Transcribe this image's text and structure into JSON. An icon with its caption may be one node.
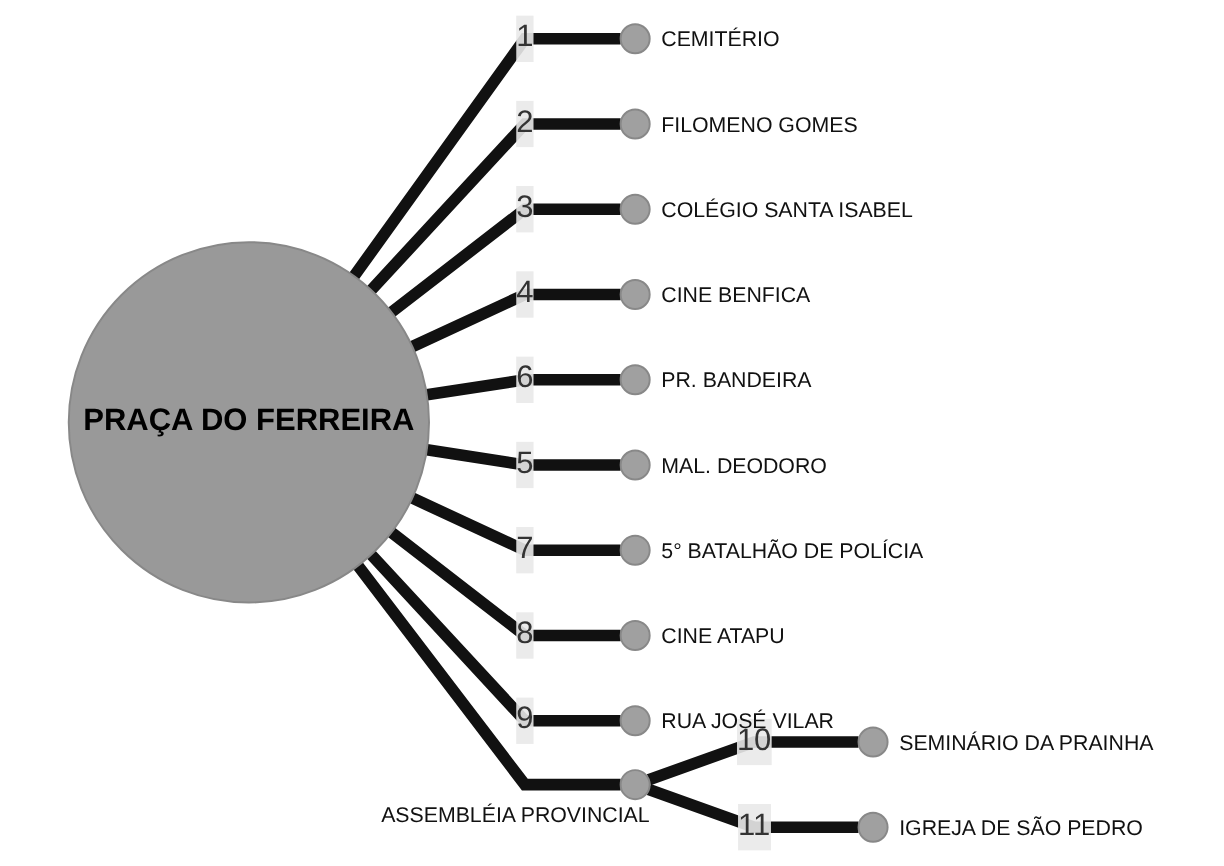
{
  "diagram": {
    "nodes": [
      {
        "text": [
          "PRAÇA DO FERREIRA"
        ]
      },
      {
        "text": [],
        "shape": "circle",
        "beside": [
          "CEMITÉRIO"
        ]
      },
      {
        "text": [],
        "shape": "circle",
        "beside": [
          "FILOMENO GOMES"
        ]
      },
      {
        "text": [],
        "shape": "circle",
        "beside": [
          "COLÉGIO SANTA ISABEL"
        ]
      },
      {
        "text": [],
        "shape": "circle",
        "beside": [
          "CINE BENFICA"
        ]
      },
      {
        "text": [],
        "shape": "circle",
        "beside": [
          "PR. BANDEIRA"
        ]
      },
      {
        "text": [],
        "shape": "circle",
        "beside": [
          "MAL. DEODORO"
        ]
      },
      {
        "text": [],
        "shape": "circle",
        "beside": [
          "5° BATALHÃO DE POLÍCIA"
        ]
      },
      {
        "text": [],
        "shape": "circle",
        "beside": [
          "CINE ATAPU"
        ]
      },
      {
        "text": [],
        "shape": "circle",
        "beside": [
          "RUA JOSÉ VILAR"
        ]
      },
      {
        "text": [],
        "shape": "circle",
        "beside": [
          "ASSEMBLÉIA PROVINCIAL"
        ]
      },
      {
        "text": [],
        "shape": "circle",
        "beside": [
          "IGREJA DE SÃO PEDRO"
        ]
      },
      {
        "text": [],
        "shape": "circle",
        "beside": [
          "SEMINÁRIO DA PRAINHA"
        ]
      }
    ],
    "edges": [
      {
        "from": 0,
        "to": 1,
        "arrow": "none",
        "label": "1"
      },
      {
        "from": 0,
        "to": 2,
        "arrow": "none",
        "label": "2"
      },
      {
        "from": 0,
        "to": 3,
        "arrow": "none",
        "label": "3"
      },
      {
        "from": 0,
        "to": 4,
        "arrow": "none",
        "label": "4"
      },
      {
        "from": 0,
        "to": 6,
        "arrow": "none",
        "label": "5"
      },
      {
        "from": 0,
        "to": 5,
        "arrow": "none",
        "label": "6"
      },
      {
        "from": 0,
        "to": 7,
        "arrow": "none",
        "label": "7"
      },
      {
        "from": 0,
        "to": 8,
        "arrow": "none",
        "label": "8"
      },
      {
        "from": 0,
        "to": 9,
        "arrow": "none",
        "label": "9"
      },
      {
        "from": 10,
        "to": 12,
        "arrow": "none",
        "label": "10"
      },
      {
        "from": 10,
        "to": 11,
        "arrow": "none",
        "label": "11"
      },
      {
        "from": 0,
        "to": 10,
        "arrow": "none"
      }
    ]
  }
}
